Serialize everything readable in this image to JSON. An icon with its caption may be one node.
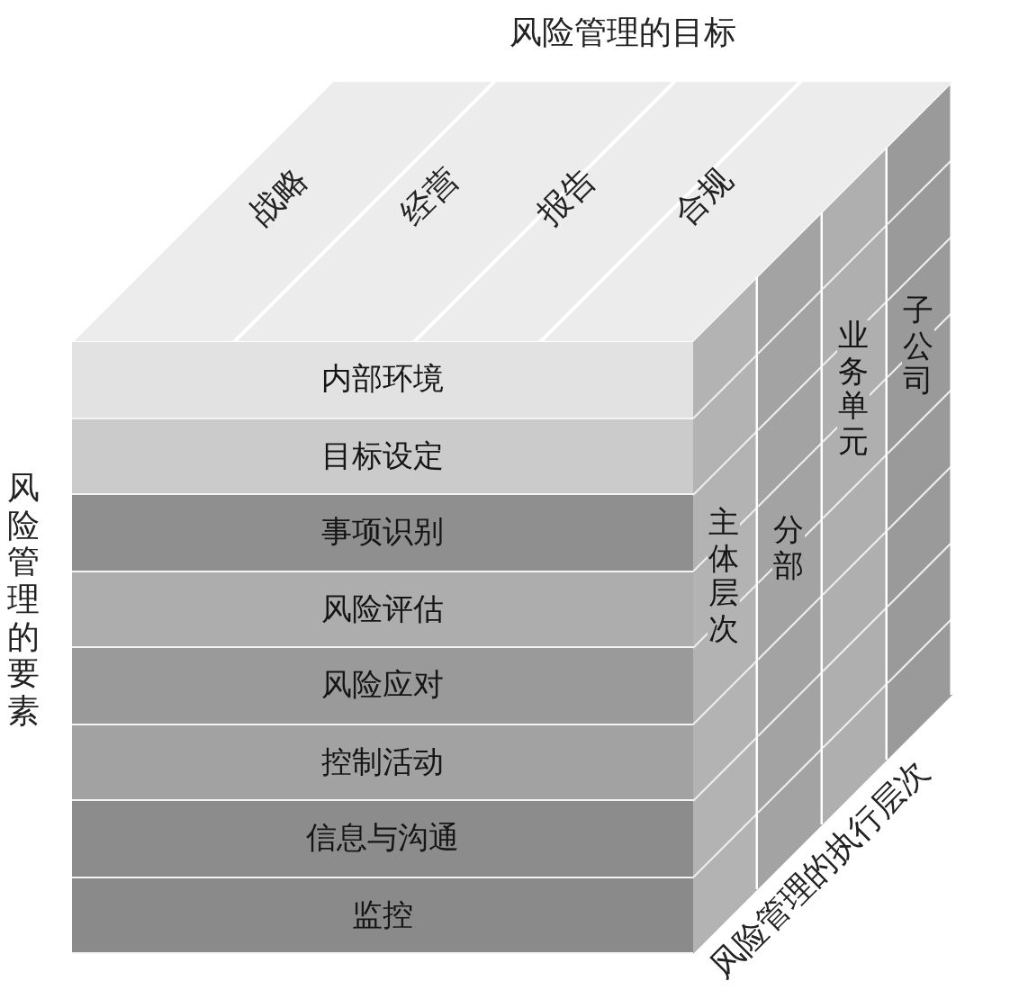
{
  "diagram": {
    "nodes": [
      {
        "text": [
          "内部环境"
        ]
      },
      {
        "text": [
          "目标设定"
        ]
      },
      {
        "text": [
          "事项识别"
        ]
      },
      {
        "text": [
          "风险评估"
        ]
      },
      {
        "text": [
          "风险应对"
        ]
      },
      {
        "text": [
          "控制活动"
        ]
      },
      {
        "text": [
          "信息与沟通"
        ]
      },
      {
        "text": [
          "监控"
        ]
      },
      {
        "text": [
          "主体层次"
        ]
      },
      {
        "text": [
          "分部"
        ]
      },
      {
        "text": [
          "业务单元"
        ]
      },
      {
        "text": [
          "子公司"
        ]
      }
    ],
    "labels": [
      "风险管理的目标",
      "战略",
      "经营",
      "报告",
      "合规",
      "风险管理的要素",
      "风险管理的执行层次"
    ]
  }
}
